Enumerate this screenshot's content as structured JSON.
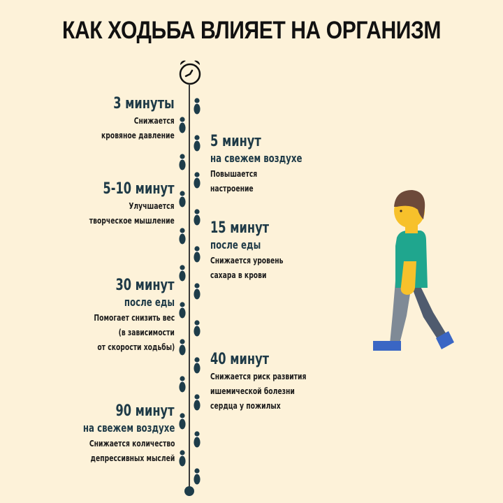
{
  "title": "КАК ХОДЬБА ВЛИЯЕТ НА ОРГАНИЗМ",
  "colors": {
    "background": "#fdf2d9",
    "heading": "#1e3a47",
    "text": "#1c1c1c",
    "footprint": "#1e3d4a",
    "line": "#3a3a3a",
    "shirt": "#1fa68e",
    "skin": "#f7c12b",
    "hair": "#6d4a3a",
    "pants_light": "#7f8a96",
    "pants_dark": "#4f5b6e",
    "shoes": "#3a66c4"
  },
  "timeline": {
    "start_icon": "alarm-clock-icon",
    "step_icon": "footprint-icon",
    "end_icon": "dot-icon",
    "entries": [
      {
        "side": "left",
        "time": "3 минуты",
        "context": "",
        "effect": [
          "Снижается",
          "кровяное давление"
        ]
      },
      {
        "side": "right",
        "time": "5 минут",
        "context": "на свежем воздухе",
        "effect": [
          "Повышается",
          "настроение"
        ]
      },
      {
        "side": "left",
        "time": "5-10 минут",
        "context": "",
        "effect": [
          "Улучшается",
          "творческое мышление"
        ]
      },
      {
        "side": "right",
        "time": "15 минут",
        "context": "после еды",
        "effect": [
          "Снижается уровень",
          "сахара в крови"
        ]
      },
      {
        "side": "left",
        "time": "30 минут",
        "context": "после еды",
        "effect": [
          "Помогает снизить вес",
          "(в зависимости",
          "от скорости ходьбы)"
        ]
      },
      {
        "side": "right",
        "time": "40 минут",
        "context": "",
        "effect": [
          "Снижается риск развития",
          "ишемической болезни",
          "сердца у пожилых"
        ]
      },
      {
        "side": "left",
        "time": "90 минут",
        "context": "на свежем воздухе",
        "effect": [
          "Снижается количество",
          "депрессивных мыслей"
        ]
      }
    ]
  },
  "illustration": "walking-person-icon"
}
